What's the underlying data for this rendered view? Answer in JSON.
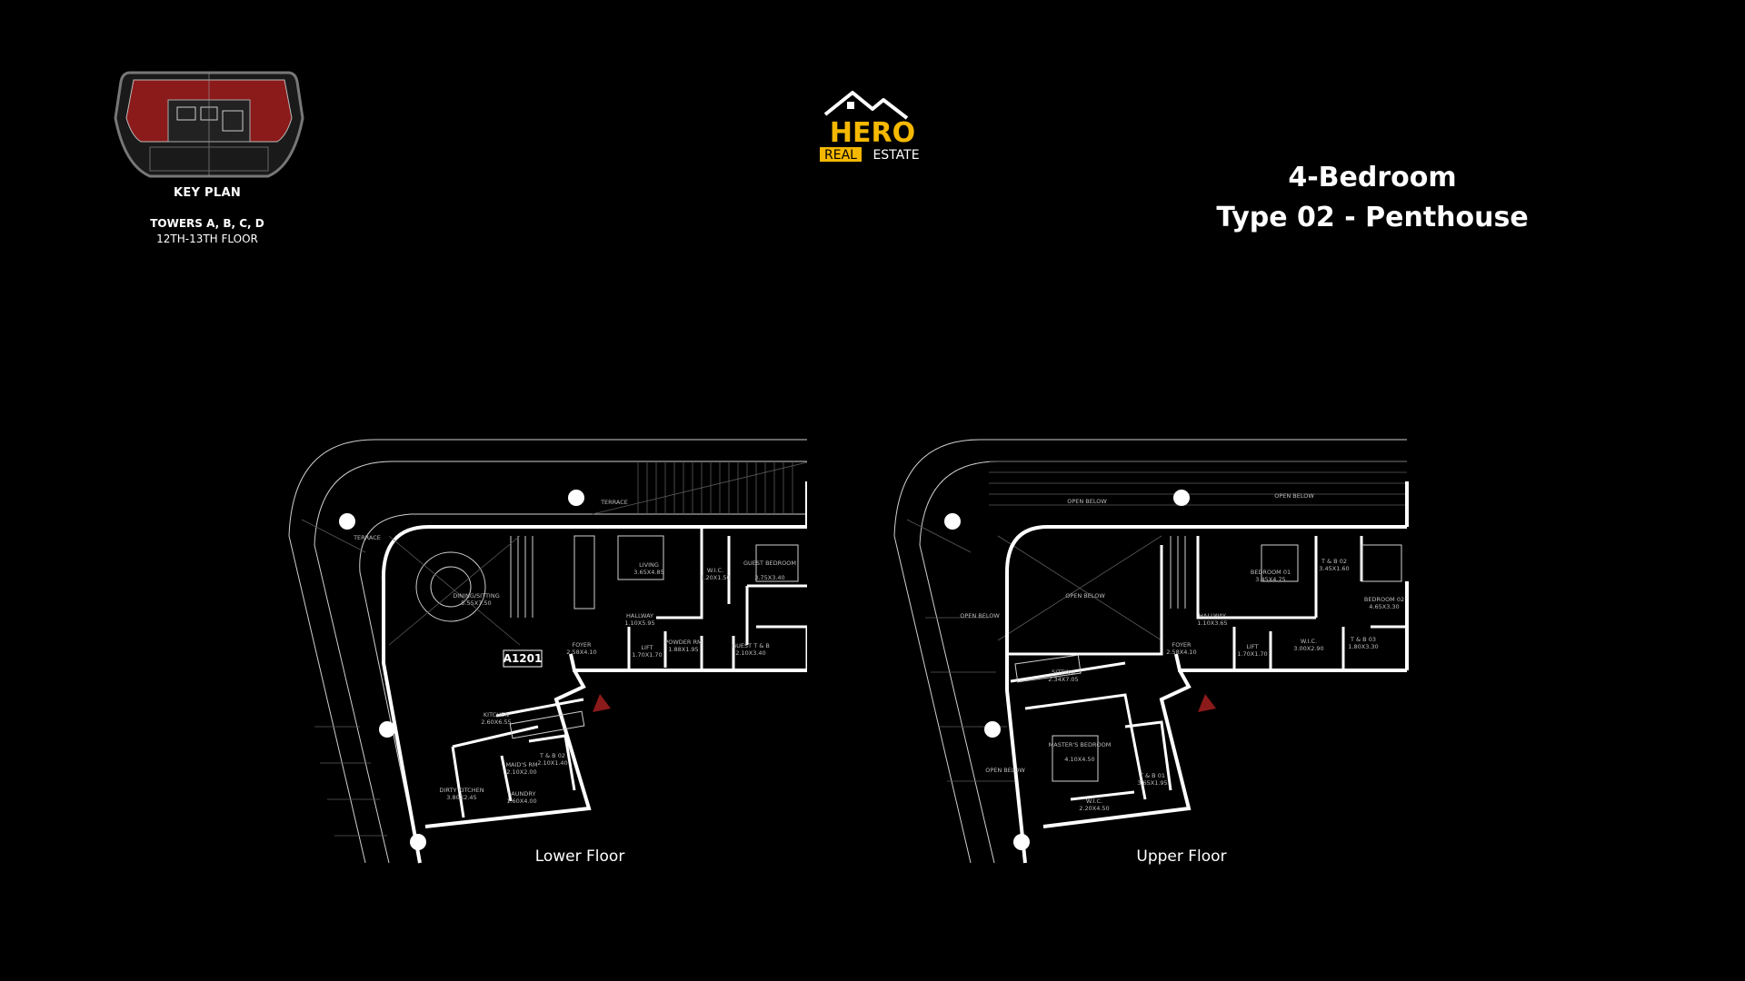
{
  "key_plan": {
    "title": "KEY PLAN",
    "towers": "TOWERS A, B, C, D",
    "floor": "12TH-13TH FLOOR",
    "highlight_color": "#8b1a1a"
  },
  "logo": {
    "line1": "HERO",
    "line2a": "REAL",
    "line2b": "ESTATE",
    "accent_color": "#f5b800"
  },
  "unit": {
    "title_line1": "4-Bedroom",
    "title_line2": "Type 02 - Penthouse"
  },
  "lower_floor": {
    "label": "Lower Floor",
    "unit_tag": "A1201",
    "rooms": [
      {
        "name": "TERRACE",
        "dims": ""
      },
      {
        "name": "TERRACE",
        "dims": ""
      },
      {
        "name": "DINING/SITTING",
        "dims": "5.55X7.50"
      },
      {
        "name": "LIVING",
        "dims": "3.65X4.85"
      },
      {
        "name": "W.I.C.",
        "dims": "1.20X1.50"
      },
      {
        "name": "GUEST BEDROOM",
        "dims": "3.75X3.40"
      },
      {
        "name": "HALLWAY",
        "dims": "1.10X5.95"
      },
      {
        "name": "FOYER",
        "dims": "2.58X4.10"
      },
      {
        "name": "LIFT",
        "dims": "1.70X1.70"
      },
      {
        "name": "POWDER RM",
        "dims": "1.88X1.95"
      },
      {
        "name": "GUEST T & B",
        "dims": "2.10X3.40"
      },
      {
        "name": "KITCHEN",
        "dims": "2.60X6.55"
      },
      {
        "name": "MAID'S RM",
        "dims": "2.10X2.00"
      },
      {
        "name": "T & B 02",
        "dims": "2.10X1.40"
      },
      {
        "name": "DIRTY KITCHEN",
        "dims": "3.80X2.45"
      },
      {
        "name": "LAUNDRY",
        "dims": "1.60X4.00"
      }
    ]
  },
  "upper_floor": {
    "label": "Upper Floor",
    "rooms": [
      {
        "name": "OPEN BELOW",
        "dims": ""
      },
      {
        "name": "OPEN BELOW",
        "dims": ""
      },
      {
        "name": "OPEN BELOW",
        "dims": ""
      },
      {
        "name": "OPEN BELOW",
        "dims": ""
      },
      {
        "name": "OPEN BELOW",
        "dims": ""
      },
      {
        "name": "BEDROOM 01",
        "dims": "3.45X4.75"
      },
      {
        "name": "T & B 02",
        "dims": "3.45X1.60"
      },
      {
        "name": "BEDROOM 02",
        "dims": "4.65X3.30"
      },
      {
        "name": "HALLWAY",
        "dims": "1.10X3.65"
      },
      {
        "name": "FOYER",
        "dims": "2.58X4.10"
      },
      {
        "name": "LIFT",
        "dims": "1.70X1.70"
      },
      {
        "name": "W.I.C.",
        "dims": "3.00X2.90"
      },
      {
        "name": "T & B 03",
        "dims": "1.80X3.30"
      },
      {
        "name": "SITTING",
        "dims": "2.34X7.05"
      },
      {
        "name": "MASTER'S BEDROOM",
        "dims": "4.10X4.50"
      },
      {
        "name": "T & B 01",
        "dims": "3.65X1.95"
      },
      {
        "name": "W.I.C.",
        "dims": "2.20X4.50"
      }
    ]
  }
}
